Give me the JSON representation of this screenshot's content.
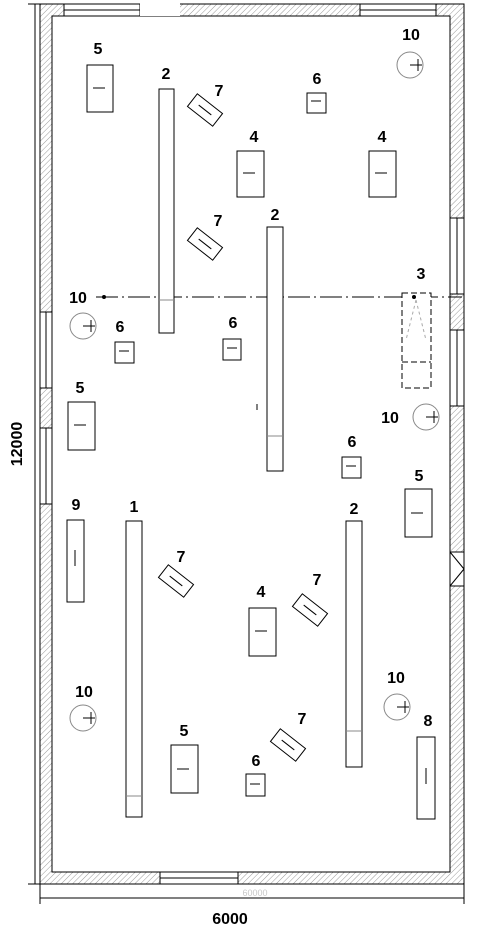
{
  "dimensions": {
    "width": "6000",
    "height": "12000",
    "ghost": "60000"
  },
  "labels": {
    "l1": "1",
    "l2a": "2",
    "l2b": "2",
    "l2c": "2",
    "l3": "3",
    "l4a": "4",
    "l4b": "4",
    "l4c": "4",
    "l5a": "5",
    "l5b": "5",
    "l5c": "5",
    "l5d": "5",
    "l6a": "6",
    "l6b": "6",
    "l6c": "6",
    "l6d": "6",
    "l6e": "6",
    "l7a": "7",
    "l7b": "7",
    "l7c": "7",
    "l7d": "7",
    "l7e": "7",
    "l8": "8",
    "l9": "9",
    "l10a": "10",
    "l10b": "10",
    "l10c": "10",
    "l10d": "10",
    "l10e": "10"
  }
}
